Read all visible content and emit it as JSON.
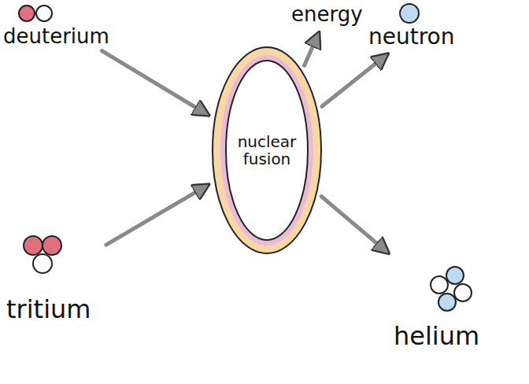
{
  "diagram": {
    "nodes": [
      {
        "text": [
          "deuterium"
        ]
      },
      {
        "text": [
          "energy"
        ]
      },
      {
        "text": [
          "neutron"
        ]
      },
      {
        "text": [
          "nuclear fusion"
        ]
      },
      {
        "text": [
          "tritium"
        ]
      },
      {
        "text": [
          "helium"
        ]
      }
    ],
    "edges": [
      {
        "from": 0,
        "to": 3,
        "arrow": "to"
      },
      {
        "from": 3,
        "to": 1,
        "arrow": "to"
      },
      {
        "from": 3,
        "to": 2,
        "arrow": "to"
      },
      {
        "from": 4,
        "to": 3,
        "arrow": "to"
      },
      {
        "from": 3,
        "to": 5,
        "arrow": "to"
      }
    ]
  }
}
